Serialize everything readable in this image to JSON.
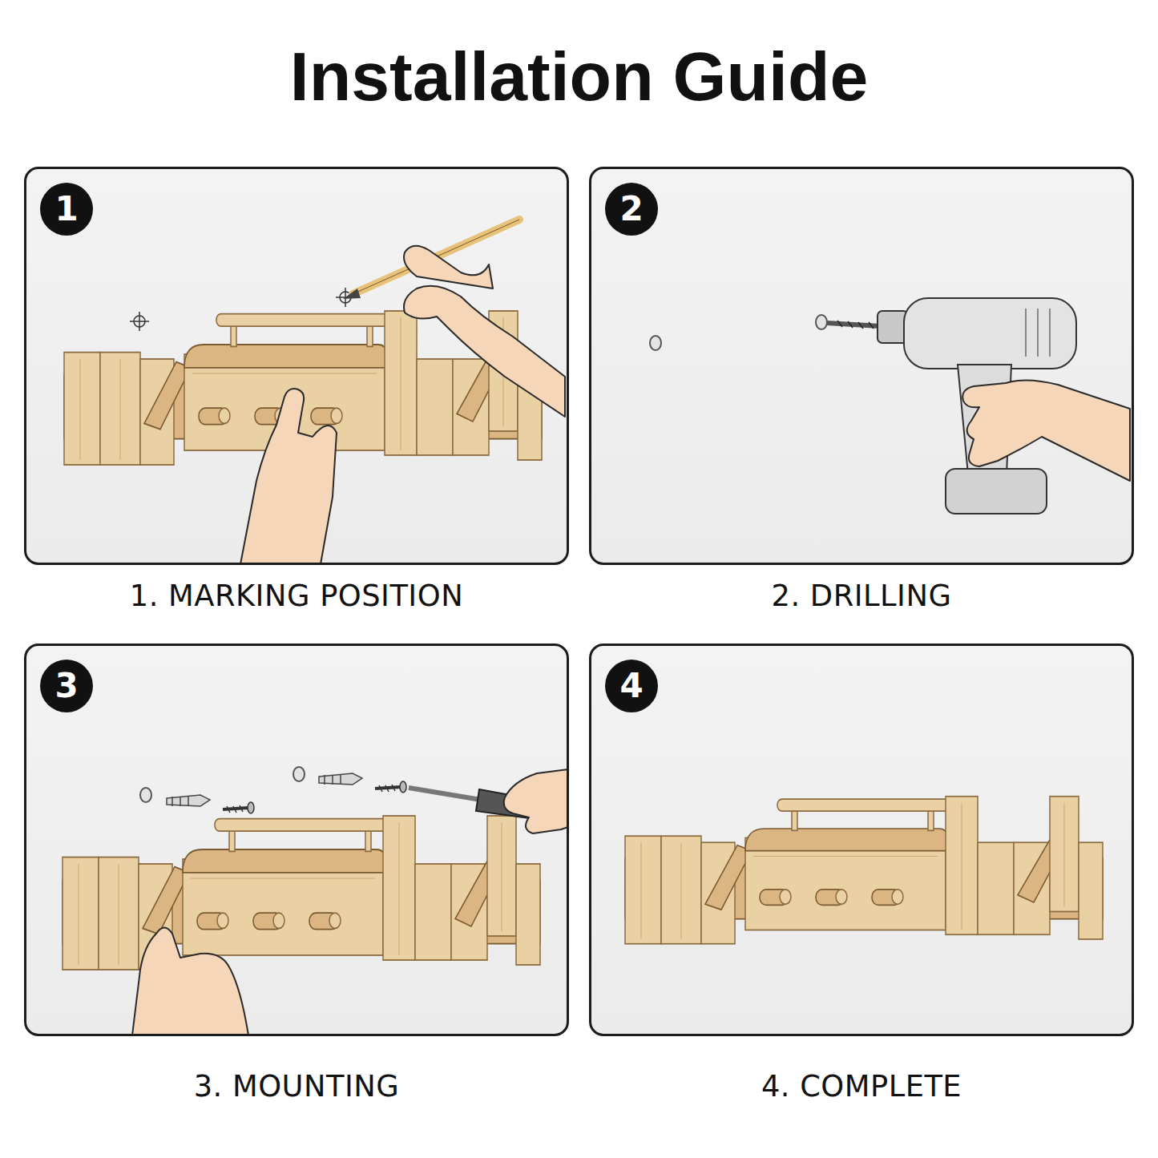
{
  "diagram": {
    "title": "Installation Guide",
    "nodes": [
      {
        "text": [
          "1. MARKING POSITION"
        ]
      },
      {
        "text": [
          "1"
        ],
        "in": 0
      },
      {
        "text": [
          "2. DRILLING"
        ]
      },
      {
        "text": [
          "2"
        ],
        "in": 2
      },
      {
        "text": [
          "3. MOUNTING"
        ]
      },
      {
        "text": [
          "3"
        ],
        "in": 4
      },
      {
        "text": [
          "4. COMPLETE"
        ]
      },
      {
        "text": [
          "4"
        ],
        "in": 6
      }
    ]
  }
}
